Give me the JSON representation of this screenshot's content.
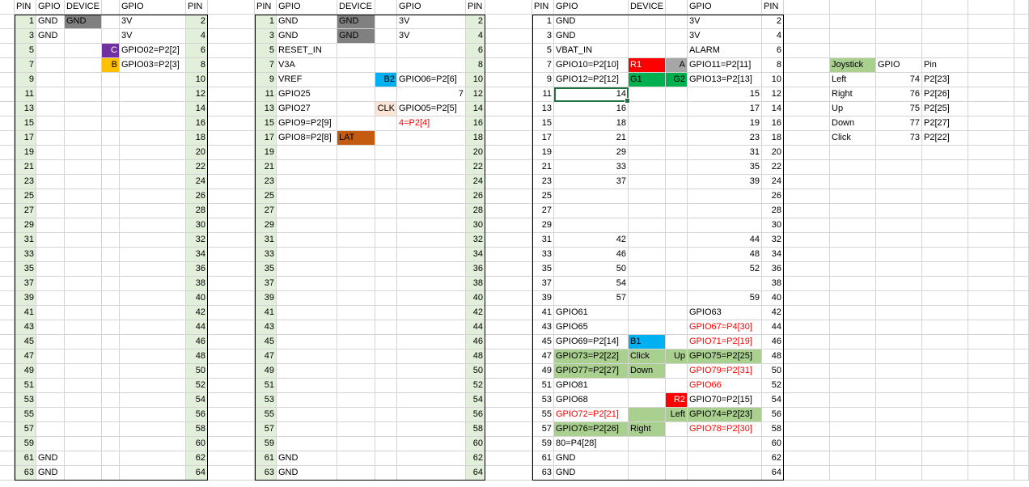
{
  "sheet": {
    "colors": {
      "pin_green": "#e2efda",
      "gray": "#808080",
      "purple": "#7030a0",
      "orange": "#ffc000",
      "blue": "#00b0f0",
      "peach": "#fce4d6",
      "dark_orange": "#c55a11",
      "red": "#ff0000",
      "light_gray": "#a6a6a6",
      "green": "#00b050",
      "light_green": "#a9d08e",
      "text_red": "#ff0000"
    },
    "headers": {
      "block1": [
        "PIN",
        "GPIO",
        "DEVICE",
        "",
        "GPIO",
        "PIN"
      ],
      "block2": [
        "PIN",
        "GPIO",
        "",
        "DEVICE",
        "",
        "GPIO",
        "PIN"
      ],
      "block3": [
        "PIN",
        "GPIO",
        "DEVICE",
        "",
        "GPIO",
        "",
        "PIN"
      ]
    },
    "block1_cells": [
      [
        "1",
        "GND",
        "GND",
        "",
        "3V",
        "2"
      ],
      [
        "3",
        "GND",
        "",
        "",
        "3V",
        "4"
      ],
      [
        "5",
        "",
        "",
        "C",
        "GPIO02=P2[2]",
        "6"
      ],
      [
        "7",
        "",
        "",
        "B",
        "GPIO03=P2[3]",
        "8"
      ],
      [
        "61",
        "GND",
        "",
        "",
        "",
        "62"
      ],
      [
        "63",
        "GND",
        "",
        "",
        "",
        "64"
      ]
    ],
    "block2_cells": [
      [
        "1",
        "GND",
        "",
        "GND",
        "",
        "3V",
        "",
        "2"
      ],
      [
        "3",
        "GND",
        "",
        "GND",
        "",
        "3V",
        "",
        "4"
      ],
      [
        "5",
        "RESET_IN",
        "",
        "",
        "",
        "",
        "",
        "6"
      ],
      [
        "7",
        "V3A",
        "",
        "",
        "",
        "",
        "",
        "8"
      ],
      [
        "9",
        "VREF",
        "",
        "",
        "B2",
        "GPIO06=P2[6]",
        "",
        "10"
      ],
      [
        "11",
        "GPIO25",
        "",
        "",
        "",
        "",
        "7",
        "12"
      ],
      [
        "13",
        "GPIO27",
        "",
        "",
        "CLK",
        "GPIO05=P2[5]",
        "",
        "14"
      ],
      [
        "15",
        "GPIO9=P2[9]",
        "",
        "",
        "",
        "4=P2[4]",
        "",
        "16"
      ],
      [
        "17",
        "GPIO8=P2[8]",
        "",
        "LAT",
        "",
        "",
        "",
        "18"
      ],
      [
        "61",
        "GND",
        "",
        "",
        "",
        "",
        "",
        "62"
      ],
      [
        "63",
        "GND",
        "",
        "",
        "",
        "",
        "",
        "64"
      ]
    ],
    "block3_rows": [
      [
        "1",
        "GND",
        "",
        "",
        "3V",
        "",
        "2"
      ],
      [
        "3",
        "GND",
        "",
        "",
        "3V",
        "",
        "4"
      ],
      [
        "5",
        "VBAT_IN",
        "",
        "",
        "ALARM",
        "",
        "6"
      ],
      [
        "7",
        "GPIO10=P2[10]",
        "R1",
        "A",
        "GPIO11=P2[11]",
        "",
        "8"
      ],
      [
        "9",
        "GPIO12=P2[12]",
        "G1",
        "G2",
        "GPIO13=P2[13]",
        "",
        "10"
      ],
      [
        "11",
        "14",
        "",
        "",
        "",
        "15",
        "12"
      ],
      [
        "13",
        "16",
        "",
        "",
        "",
        "17",
        "14"
      ],
      [
        "15",
        "18",
        "",
        "",
        "",
        "19",
        "16"
      ],
      [
        "17",
        "21",
        "",
        "",
        "",
        "23",
        "18"
      ],
      [
        "19",
        "29",
        "",
        "",
        "",
        "31",
        "20"
      ],
      [
        "21",
        "33",
        "",
        "",
        "",
        "35",
        "22"
      ],
      [
        "23",
        "37",
        "",
        "",
        "",
        "39",
        "24"
      ],
      [
        "25",
        "",
        "",
        "",
        "",
        "",
        "26"
      ],
      [
        "27",
        "",
        "",
        "",
        "",
        "",
        "28"
      ],
      [
        "29",
        "",
        "",
        "",
        "",
        "",
        "30"
      ],
      [
        "31",
        "42",
        "",
        "",
        "",
        "44",
        "32"
      ],
      [
        "33",
        "46",
        "",
        "",
        "",
        "48",
        "34"
      ],
      [
        "35",
        "50",
        "",
        "",
        "",
        "52",
        "36"
      ],
      [
        "37",
        "54",
        "",
        "",
        "",
        "",
        "38"
      ],
      [
        "39",
        "57",
        "",
        "",
        "",
        "59",
        "40"
      ],
      [
        "41",
        "GPIO61",
        "",
        "",
        "GPIO63",
        "",
        "42"
      ],
      [
        "43",
        "GPIO65",
        "",
        "",
        "GPIO67=P4[30]",
        "",
        "44"
      ],
      [
        "45",
        "GPIO69=P2[14]",
        "B1",
        "",
        "GPIO71=P2[19]",
        "",
        "46"
      ],
      [
        "47",
        "GPIO73=P2[22]",
        "Click",
        "Up",
        "GPIO75=P2[25]",
        "",
        "48"
      ],
      [
        "49",
        "GPIO77=P2[27]",
        "Down",
        "",
        "GPIO79=P2[31]",
        "",
        "50"
      ],
      [
        "51",
        "GPIO81",
        "",
        "",
        "GPIO66",
        "",
        "52"
      ],
      [
        "53",
        "GPIO68",
        "",
        "R2",
        "GPIO70=P2[15]",
        "",
        "54"
      ],
      [
        "55",
        "GPIO72=P2[21]",
        "",
        "Left",
        "GPIO74=P2[23]",
        "",
        "56"
      ],
      [
        "57",
        "GPIO76=P2[26]",
        "Right",
        "",
        "GPIO78=P2[30]",
        "",
        "58"
      ],
      [
        "59",
        "80=P4[28]",
        "",
        "",
        "",
        "",
        "60"
      ],
      [
        "61",
        "GND",
        "",
        "",
        "",
        "",
        "62"
      ],
      [
        "63",
        "GND",
        "",
        "",
        "",
        "",
        "64"
      ]
    ],
    "joystick": {
      "headers": [
        "Joystick",
        "GPIO",
        "Pin"
      ],
      "rows": [
        [
          "Left",
          "74",
          "P2[23]"
        ],
        [
          "Right",
          "76",
          "P2[26]"
        ],
        [
          "Up",
          "75",
          "P2[25]"
        ],
        [
          "Down",
          "77",
          "P2[27]"
        ],
        [
          "Click",
          "73",
          "P2[22]"
        ]
      ]
    }
  }
}
